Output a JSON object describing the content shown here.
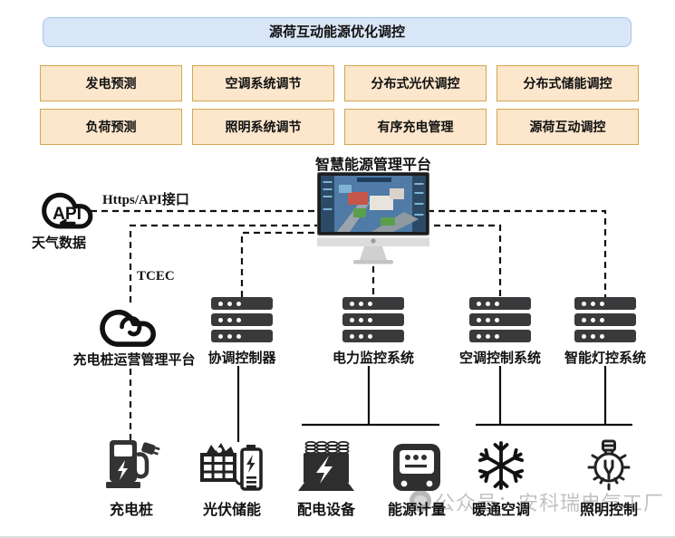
{
  "banner": {
    "title": "源荷互动能源优化调控"
  },
  "modules": [
    "发电预测",
    "空调系统调节",
    "分布式光伏调控",
    "分布式储能调控",
    "负荷预测",
    "照明系统调节",
    "有序充电管理",
    "源荷互动调控"
  ],
  "platform": {
    "title": "智慧能源管理平台"
  },
  "weather": {
    "api_text": "API",
    "label": "天气数据",
    "interface_label": "Https/API接口"
  },
  "charging_platform": {
    "protocol_label": "TCEC",
    "label": "充电桩运营管理平台"
  },
  "controllers": [
    {
      "label": "协调控制器"
    },
    {
      "label": "电力监控系统"
    },
    {
      "label": "空调控制系统"
    },
    {
      "label": "智能灯控系统"
    }
  ],
  "devices": [
    {
      "label": "充电桩"
    },
    {
      "label": "光伏储能"
    },
    {
      "label": "配电设备"
    },
    {
      "label": "能源计量"
    },
    {
      "label": "暖通空调"
    },
    {
      "label": "照明控制"
    }
  ],
  "watermark": {
    "text": "公众号：安科瑞电气工厂"
  },
  "colors": {
    "banner_bg": "#d9e6f8",
    "banner_border": "#a9c3e9",
    "module_bg": "#fce6cc",
    "module_border": "#d2a74e",
    "line": "#111111",
    "icon_dark": "#333333",
    "watermark": "#c2c2c2"
  }
}
